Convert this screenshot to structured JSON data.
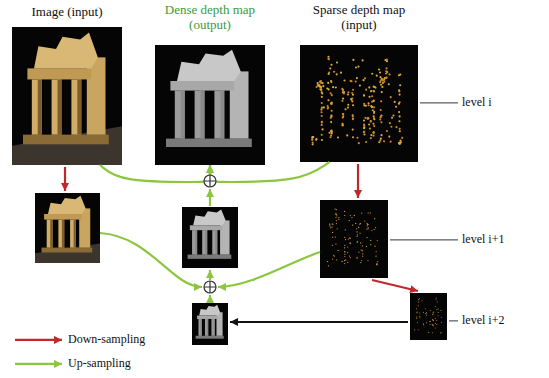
{
  "diagram": {
    "nodes": [
      {
        "text": [
          "Image (input)"
        ]
      },
      {
        "text": [
          "Dense depth map (output)"
        ]
      },
      {
        "text": [
          "Sparse depth map (input)"
        ]
      }
    ],
    "edges": [
      {
        "from": 0,
        "to": 1,
        "arrow": "to"
      },
      {
        "from": 2,
        "to": 1,
        "arrow": "to"
      }
    ],
    "labels": [
      "level i",
      "level i+1",
      "level i+2"
    ],
    "legend": [
      {
        "text": "Down-sampling"
      },
      {
        "text": "Up-sampling"
      }
    ]
  }
}
